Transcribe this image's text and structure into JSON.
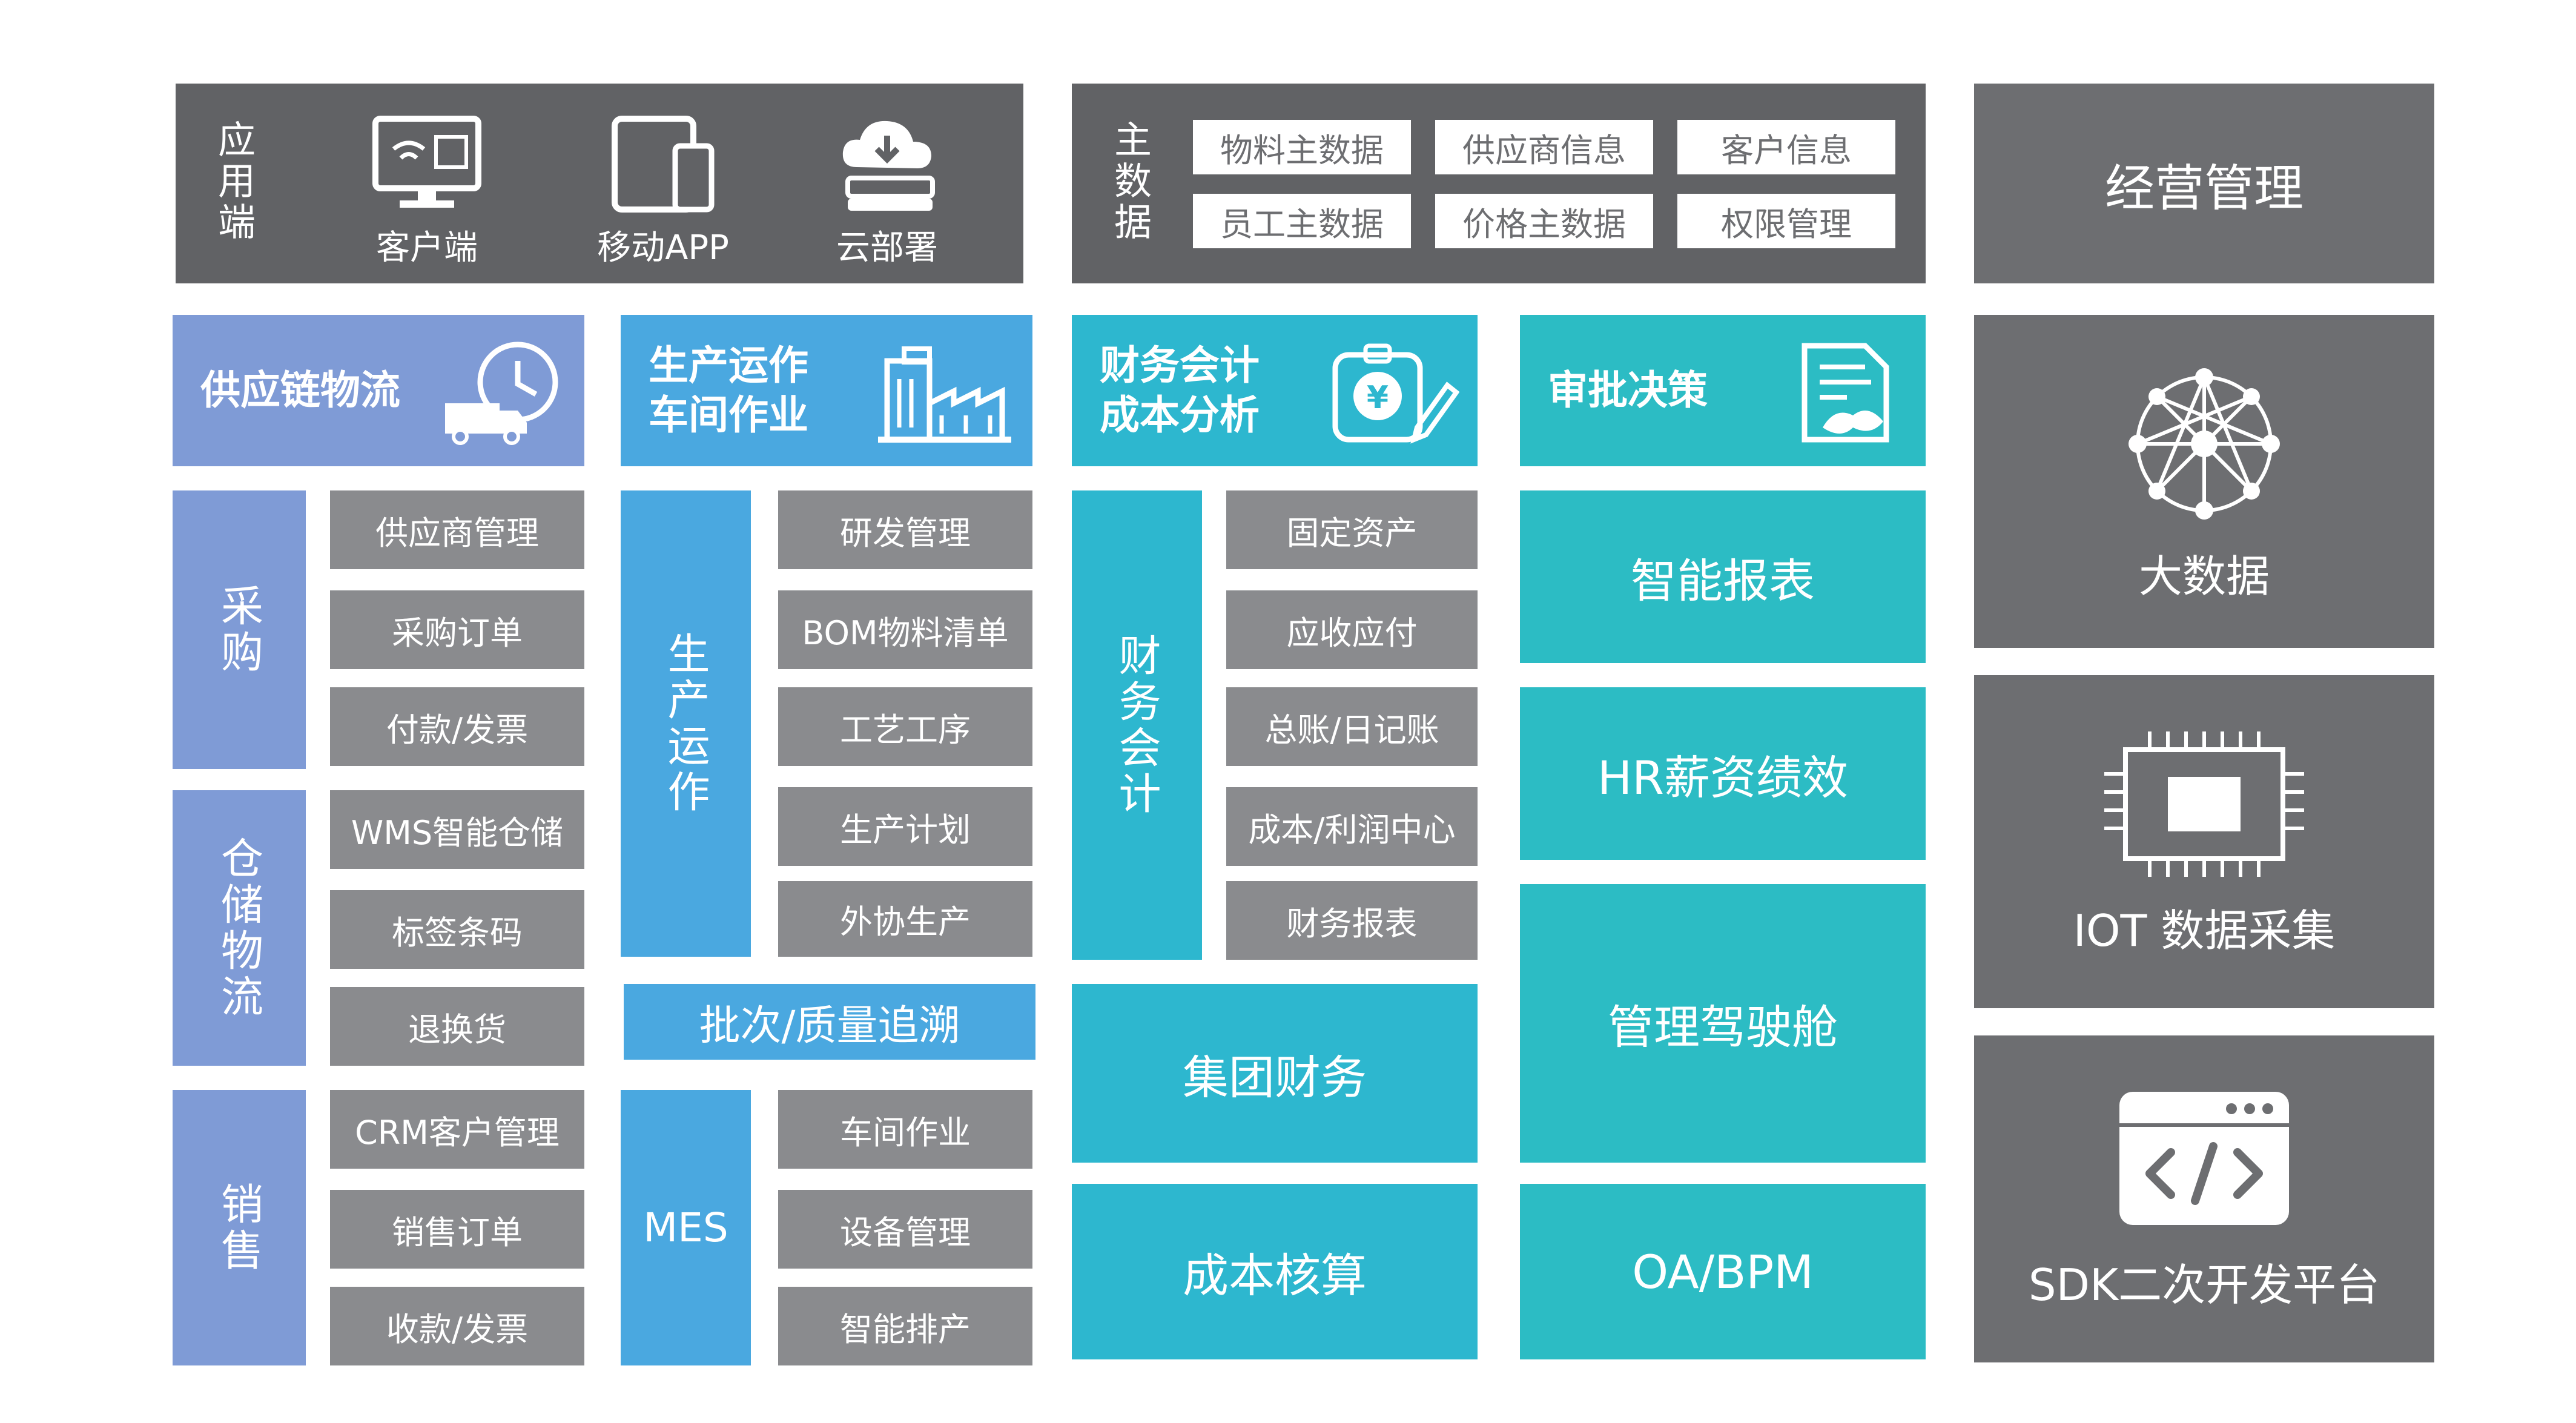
{
  "top": {
    "app": {
      "label": "应用端",
      "items": [
        {
          "icon": "desktop-icon",
          "label": "客户端"
        },
        {
          "icon": "mobile-icon",
          "label": "移动APP"
        },
        {
          "icon": "cloud-server-icon",
          "label": "云部署"
        }
      ]
    },
    "master": {
      "label": "主数据",
      "tags": [
        "物料主数据",
        "供应商信息",
        "客户信息",
        "员工主数据",
        "价格主数据",
        "权限管理"
      ]
    },
    "ops": {
      "label": "经营管理"
    }
  },
  "col1": {
    "header": "供应链物流",
    "header_icon": "truck-clock-icon",
    "groups": [
      {
        "label": "采购",
        "items": [
          "供应商管理",
          "采购订单",
          "付款/发票"
        ]
      },
      {
        "label": "仓储物流",
        "items": [
          "WMS智能仓储",
          "标签条码",
          "退换货"
        ]
      },
      {
        "label": "销售",
        "items": [
          "CRM客户管理",
          "销售订单",
          "收款/发票"
        ]
      }
    ]
  },
  "col2": {
    "header": "生产运作\n车间作业",
    "header_icon": "factory-icon",
    "group1": {
      "label": "生产运作",
      "items": [
        "研发管理",
        "BOM物料清单",
        "工艺工序",
        "生产计划",
        "外协生产"
      ]
    },
    "banner": "批次/质量追溯",
    "group2": {
      "label": "MES",
      "items": [
        "车间作业",
        "设备管理",
        "智能排产"
      ]
    }
  },
  "col3": {
    "header": "财务会计\n成本分析",
    "header_icon": "money-badge-icon",
    "group": {
      "label": "财务会计",
      "items": [
        "固定资产",
        "应收应付",
        "总账/日记账",
        "成本/利润中心",
        "财务报表"
      ]
    },
    "boxes": [
      "集团财务",
      "成本核算"
    ]
  },
  "col4": {
    "header": "审批决策",
    "header_icon": "approval-doc-icon",
    "boxes": [
      "智能报表",
      "HR薪资绩效",
      "管理驾驶舱",
      "OA/BPM"
    ]
  },
  "col5": {
    "boxes": [
      {
        "icon": "network-sphere-icon",
        "label": "大数据"
      },
      {
        "icon": "chip-icon",
        "label": "IOT 数据采集"
      },
      {
        "icon": "code-window-icon",
        "label": "SDK二次开发平台"
      }
    ]
  },
  "colors": {
    "gray": "#6d6e71",
    "purple": "#7f9bd6",
    "blue": "#4aa8e0",
    "cyan": "#2db7cf",
    "teal": "#2cbcc4"
  }
}
